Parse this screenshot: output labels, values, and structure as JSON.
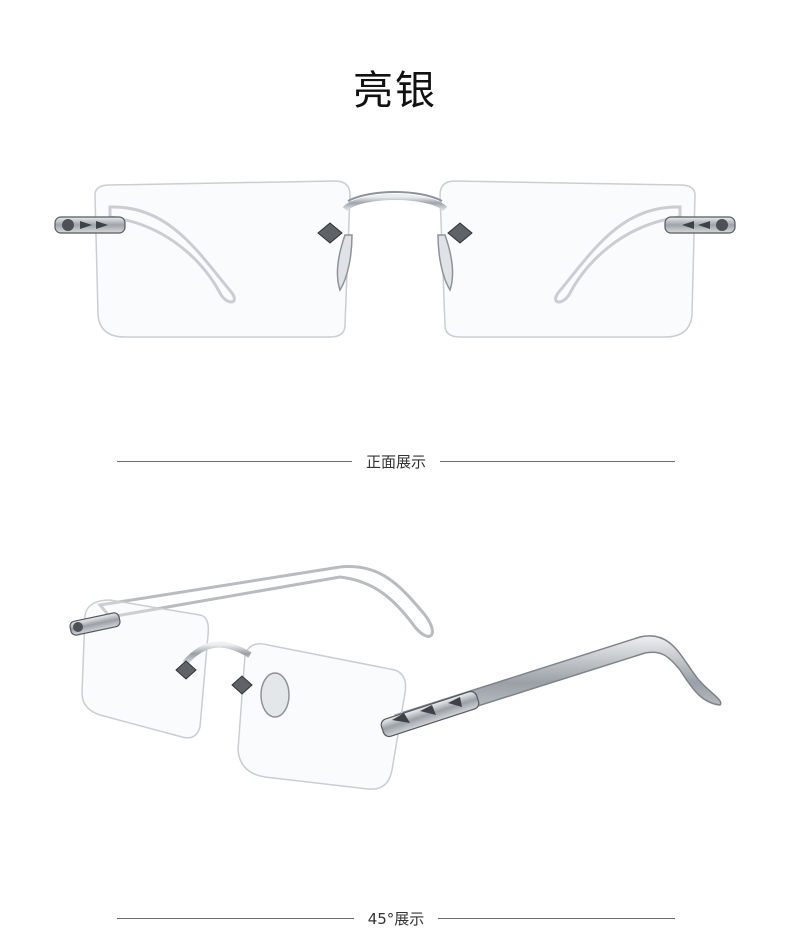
{
  "title": "亮银",
  "views": [
    {
      "caption": "正面展示",
      "image": "rimless-glasses-front-silver"
    },
    {
      "caption": "45°展示",
      "image": "rimless-glasses-angle-silver"
    }
  ],
  "colors": {
    "background": "#ffffff",
    "text": "#1a1a1a",
    "divider": "#6d6d6d",
    "metal": "#b9bec4",
    "metal_dark": "#5e6368"
  }
}
